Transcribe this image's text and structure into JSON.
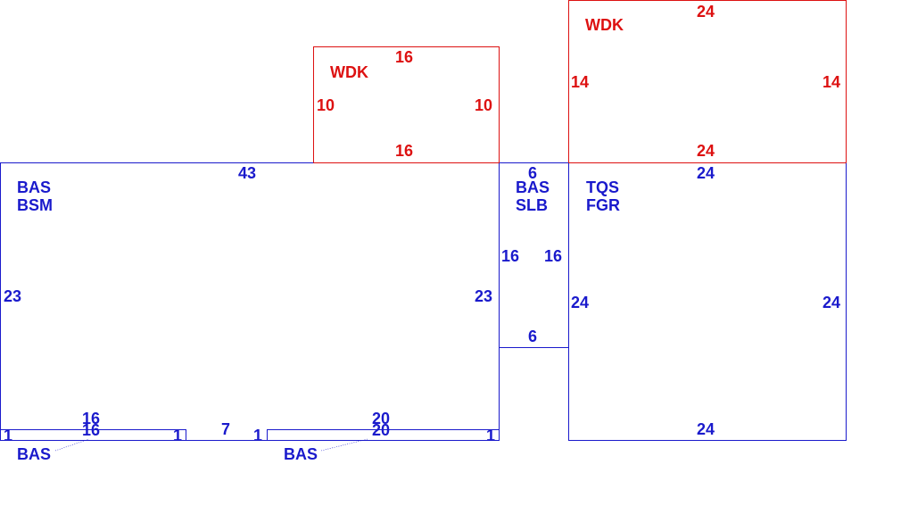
{
  "colors": {
    "living": "#1a1acc",
    "deck": "#dd1111",
    "background": "#ffffff"
  },
  "areas": {
    "bas_bsm": {
      "line1": "BAS",
      "line2": "BSM"
    },
    "bas_slb": {
      "line1": "BAS",
      "line2": "SLB"
    },
    "tqs_fgr": {
      "line1": "TQS",
      "line2": "FGR"
    },
    "wdk_left": {
      "line1": "WDK"
    },
    "wdk_right": {
      "line1": "WDK"
    },
    "bas_strip_left": {
      "line1": "BAS"
    },
    "bas_strip_right": {
      "line1": "BAS"
    }
  },
  "dims": {
    "bsm_top": "43",
    "bsm_left": "23",
    "bsm_right": "23",
    "bsm_bottom_gap": "7",
    "slb_top": "6",
    "slb_left": "16",
    "slb_right": "16",
    "slb_bottom": "6",
    "fgr_top": "24",
    "fgr_left": "24",
    "fgr_right": "24",
    "fgr_bottom": "24",
    "wdk1_top": "16",
    "wdk1_left": "10",
    "wdk1_right": "10",
    "wdk1_bottom": "16",
    "wdk2_top": "24",
    "wdk2_left": "14",
    "wdk2_right": "14",
    "wdk2_bottom": "24",
    "strip1_top": "16",
    "strip1_bottom": "16",
    "strip1_left": "1",
    "strip1_right": "1",
    "strip2_top": "20",
    "strip2_bottom": "20",
    "strip2_left": "1",
    "strip2_right": "1"
  }
}
